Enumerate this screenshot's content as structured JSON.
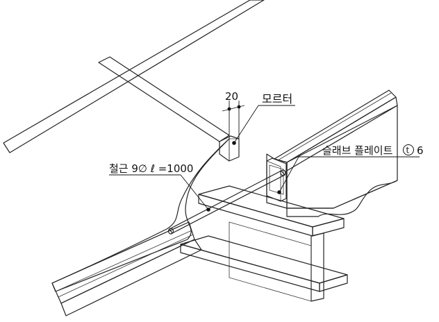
{
  "labels": {
    "dimension": "20",
    "mortar": "모르터",
    "slab_plate": "슬래브 플레이트",
    "thickness_symbol": "t",
    "thickness_value": "6",
    "rebar": "철근 9∅ ℓ =1000"
  },
  "colors": {
    "line": "#222222",
    "mortar_fill": "#d9d9d9",
    "mortar_dots": "#7a7a7a",
    "slab_fill": "#e9e9e9",
    "background": "#ffffff"
  }
}
